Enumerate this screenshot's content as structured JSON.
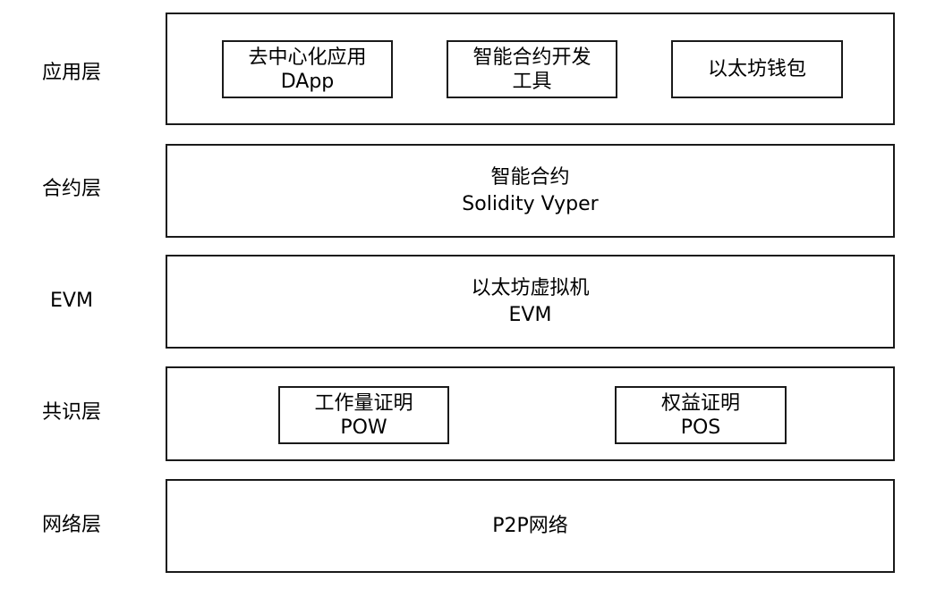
{
  "layers": [
    {
      "label": "应用层",
      "items": [
        {
          "line1": "去中心化应用",
          "line2": "DApp"
        },
        {
          "line1": "智能合约开发",
          "line2": "工具"
        },
        {
          "line1": "以太坊钱包",
          "line2": ""
        }
      ]
    },
    {
      "label": "合约层",
      "line1": "智能合约",
      "line2": "Solidity Vyper"
    },
    {
      "label": "EVM",
      "line1": "以太坊虚拟机",
      "line2": "EVM"
    },
    {
      "label": "共识层",
      "items": [
        {
          "line1": "工作量证明",
          "line2": "POW"
        },
        {
          "line1": "权益证明",
          "line2": "POS"
        }
      ]
    },
    {
      "label": "网络层",
      "line1": "P2P网络"
    }
  ]
}
